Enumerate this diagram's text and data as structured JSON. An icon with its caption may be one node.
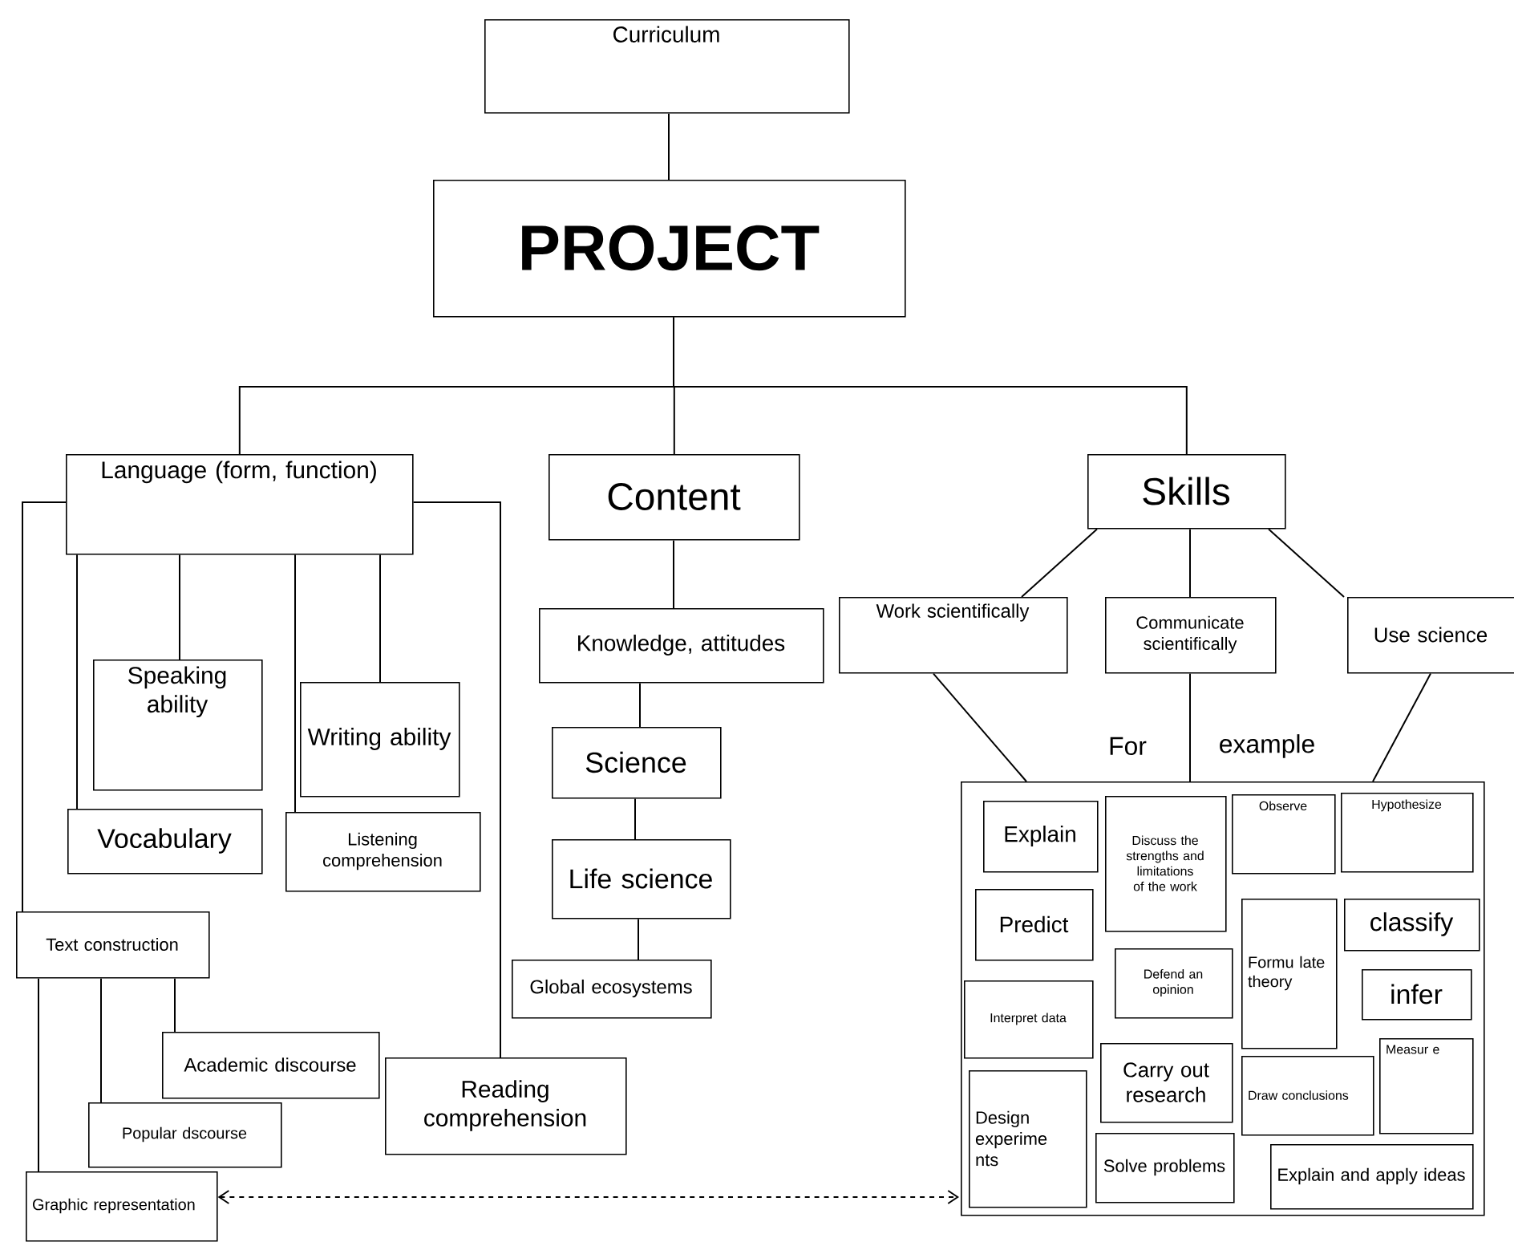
{
  "diagram": {
    "nodes": [
      {
        "text": [
          "Curriculum"
        ]
      },
      {
        "text": [
          "PROJECT"
        ]
      },
      {
        "text": [
          "Language (form, function)"
        ]
      },
      {
        "text": [
          "Content"
        ]
      },
      {
        "text": [
          "Skills"
        ]
      },
      {
        "text": [
          "Speaking ability"
        ]
      },
      {
        "text": [
          "Writing ability"
        ]
      },
      {
        "text": [
          "Vocabulary"
        ]
      },
      {
        "text": [
          "Listening comprehension"
        ]
      },
      {
        "text": [
          "Knowledge, attitudes"
        ]
      },
      {
        "text": [
          "Science"
        ]
      },
      {
        "text": [
          "Life science"
        ]
      },
      {
        "text": [
          "Global ecosystems"
        ]
      },
      {
        "text": [
          "Work scientifically"
        ]
      },
      {
        "text": [
          "Communicate scientifically"
        ]
      },
      {
        "text": [
          "Use science"
        ]
      },
      {
        "text": [
          "Text construction"
        ]
      },
      {
        "text": [
          "Academic discourse"
        ]
      },
      {
        "text": [
          "Popular dscourse"
        ]
      },
      {
        "text": [
          "Reading comprehension"
        ]
      },
      {
        "text": [
          "Graphic representation"
        ]
      },
      {
        "text": [],
        "shape": "box",
        "beside": [
          "For",
          "example"
        ]
      },
      {
        "text": [
          "Explain"
        ],
        "in": 21
      },
      {
        "text": [
          "Discuss the strengths and limitations of the work"
        ],
        "in": 21
      },
      {
        "text": [
          "Observe"
        ],
        "in": 21
      },
      {
        "text": [
          "Hypothesize"
        ],
        "in": 21
      },
      {
        "text": [
          "Predict"
        ],
        "in": 21
      },
      {
        "text": [
          "Formu late theory"
        ],
        "in": 21
      },
      {
        "text": [
          "classify"
        ],
        "in": 21
      },
      {
        "text": [
          "Defend an opinion"
        ],
        "in": 21
      },
      {
        "text": [
          "infer"
        ],
        "in": 21
      },
      {
        "text": [
          "Interpret data"
        ],
        "in": 21
      },
      {
        "text": [
          "Carry out research"
        ],
        "in": 21
      },
      {
        "text": [
          "Draw conclusions"
        ],
        "in": 21
      },
      {
        "text": [
          "Measur e"
        ],
        "in": 21
      },
      {
        "text": [
          "Design experime nts"
        ],
        "in": 21
      },
      {
        "text": [
          "Solve problems"
        ],
        "in": 21
      },
      {
        "text": [
          "Explain and apply ideas"
        ],
        "in": 21
      }
    ],
    "edges": [
      {
        "from": 0,
        "to": 1,
        "arrow": "none"
      },
      {
        "from": 1,
        "to": 2,
        "arrow": "none"
      },
      {
        "from": 1,
        "to": 3,
        "arrow": "none"
      },
      {
        "from": 1,
        "to": 4,
        "arrow": "none"
      },
      {
        "from": 2,
        "to": 5,
        "arrow": "none"
      },
      {
        "from": 2,
        "to": 6,
        "arrow": "none"
      },
      {
        "from": 2,
        "to": 7,
        "arrow": "none"
      },
      {
        "from": 2,
        "to": 8,
        "arrow": "none"
      },
      {
        "from": 2,
        "to": 16,
        "arrow": "none"
      },
      {
        "from": 2,
        "to": 19,
        "arrow": "none"
      },
      {
        "from": 16,
        "to": 17,
        "arrow": "none"
      },
      {
        "from": 16,
        "to": 18,
        "arrow": "none"
      },
      {
        "from": 16,
        "to": 20,
        "arrow": "none"
      },
      {
        "from": 3,
        "to": 9,
        "arrow": "none"
      },
      {
        "from": 9,
        "to": 10,
        "arrow": "none"
      },
      {
        "from": 10,
        "to": 11,
        "arrow": "none"
      },
      {
        "from": 11,
        "to": 12,
        "arrow": "none"
      },
      {
        "from": 4,
        "to": 13,
        "arrow": "none"
      },
      {
        "from": 4,
        "to": 14,
        "arrow": "none"
      },
      {
        "from": 4,
        "to": 15,
        "arrow": "none"
      },
      {
        "from": 13,
        "to": 21,
        "arrow": "none"
      },
      {
        "from": 14,
        "to": 21,
        "arrow": "none"
      },
      {
        "from": 15,
        "to": 21,
        "arrow": "none"
      },
      {
        "from": 20,
        "to": 21,
        "arrow": "both",
        "style": "dashed"
      }
    ]
  }
}
